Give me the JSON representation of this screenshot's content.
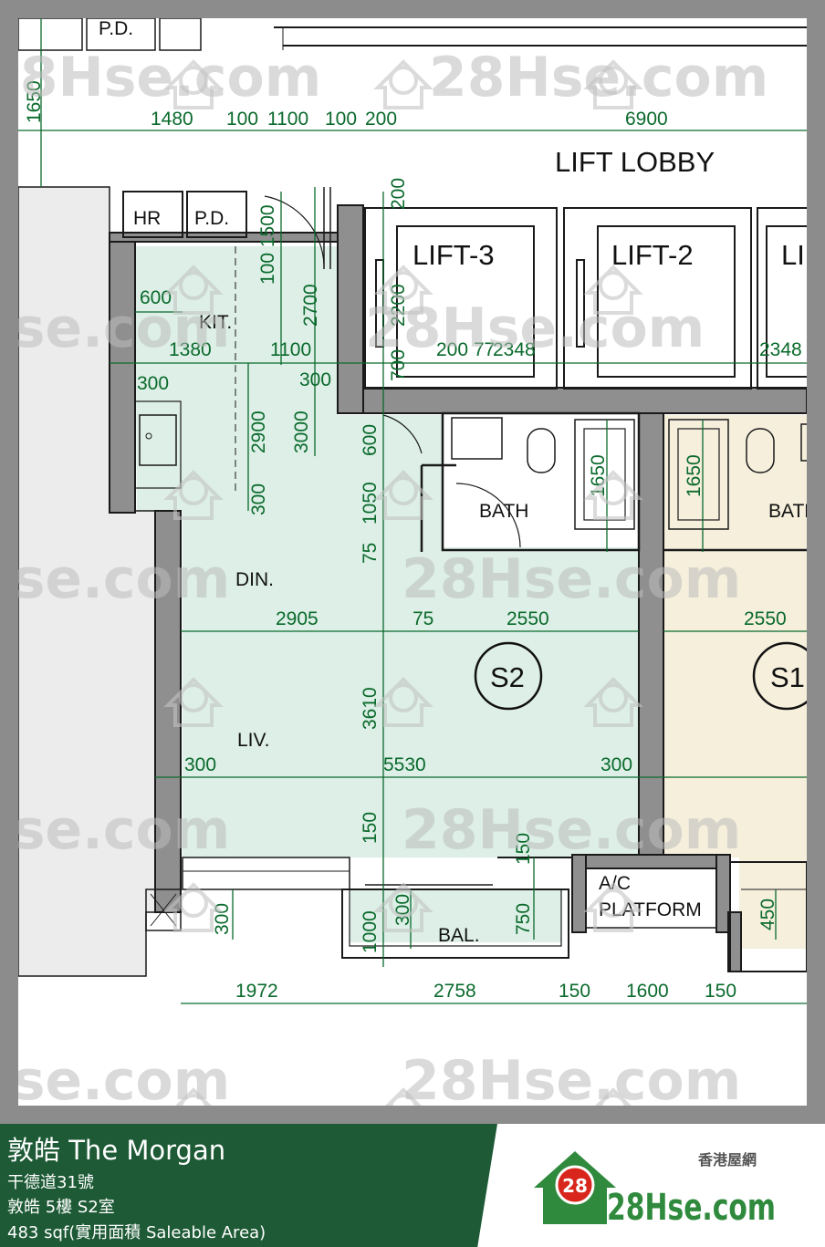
{
  "floorplan": {
    "top_dimensions": [
      "1480",
      "100",
      "1100",
      "100",
      "200",
      "6900"
    ],
    "left_dimension": "1650",
    "lobby_label": "LIFT LOBBY",
    "lifts": [
      "LIFT-3",
      "LIFT-2",
      "LI"
    ],
    "top_rooms": [
      "P.D.",
      "HR",
      "P.D."
    ],
    "rooms": {
      "kitchen": "KIT.",
      "bath": "BATH",
      "bath2": "BATH",
      "dining": "DIN.",
      "living": "LIV.",
      "balcony": "BAL.",
      "ac_platform_1": "A/C",
      "ac_platform_2": "PLATFORM"
    },
    "unit_markers": [
      "S2",
      "S1"
    ],
    "dimensions": {
      "d600": "600",
      "d1380": "1380",
      "d1100": "1100",
      "d300a": "300",
      "d300b": "300",
      "d2700": "2700",
      "d100_1500": "100 1500",
      "d2200": "2200",
      "d200v": "200",
      "d200_77": "200 77",
      "d2348a": "2348",
      "d2348b": "2348",
      "d700": "700",
      "d2900": "2900",
      "d3000": "3000",
      "d300v": "300",
      "d600v": "600",
      "d1050": "1050",
      "d75v": "75",
      "d1650a": "1650",
      "d1650b": "1650",
      "d2905": "2905",
      "d75h": "75",
      "d2550a": "2550",
      "d2550b": "2550",
      "d3610": "3610",
      "d300l": "300",
      "d5530": "5530",
      "d300r": "300",
      "d150a": "150",
      "d150b": "150",
      "d300c": "300",
      "d300d": "300",
      "d1000": "1000",
      "d750": "750",
      "d450": "450",
      "b1972": "1972",
      "b2758": "2758",
      "b150a": "150",
      "b1600": "1600",
      "b150b": "150"
    },
    "watermark": "28Hse.com",
    "watermark_badge": "28"
  },
  "footer": {
    "title": "敦皓 The Morgan",
    "address": "干德道31號",
    "unit": "敦皓 5樓 S2室",
    "area": "483 sqf(實用面積 Saleable Area)",
    "logo_sub": "香港屋網",
    "logo_badge": "28",
    "logo_text": "28Hse.com"
  },
  "colors": {
    "unit_fill": "#ddefe6",
    "neighbor_fill": "#f5efdc",
    "dimension": "#0a6a2c",
    "footer_green": "#1d5a35",
    "logo_red": "#d9261c",
    "logo_green": "#2f8a3d"
  }
}
